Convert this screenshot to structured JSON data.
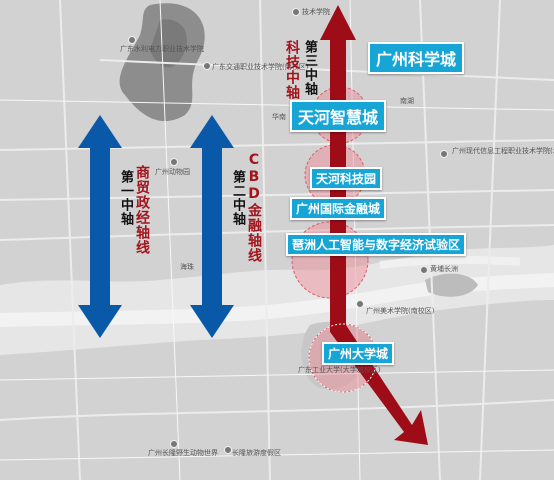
{
  "zones": {
    "science_city": "广州科学城",
    "smart_city": "天河智慧城",
    "tech_park": "天河科技园",
    "finance_city": "广州国际金融城",
    "pazhou": "琶洲人工智能与数字经济试验区",
    "university_city": "广州大学城"
  },
  "axes": {
    "first": "第一中轴",
    "first_sub": "商贸政经轴线",
    "second": "第二中轴",
    "second_sub": "CBD金融轴线",
    "third": "第三中轴",
    "third_sub": "科技中轴"
  },
  "poi": {
    "tech_institute": "技术学院",
    "pingshan_yard": "广东水利电力职业技术学院",
    "traffic_college": "广东交通职业技术学院(南校区)",
    "zoo": "广州动物园",
    "modern_info": "广州现代信息工程职业技术学院(北校区)",
    "huangpu": "黄埔长洲",
    "pazhou_campus": "广州美术学院(南校区)",
    "univ_campus": "广东工业大学(大学城校区)",
    "chimelong": "广州长隆野生动物世界",
    "chimelong_resort": "长隆旅游度假区",
    "tianhe": "华南",
    "haizhu": "海珠",
    "south": "南湖"
  },
  "colors": {
    "blue_arrow": "#0a59a8",
    "red_arrow": "#9e0c17",
    "label_box": "#17a5d6",
    "pink_zone": "#f08a94"
  }
}
